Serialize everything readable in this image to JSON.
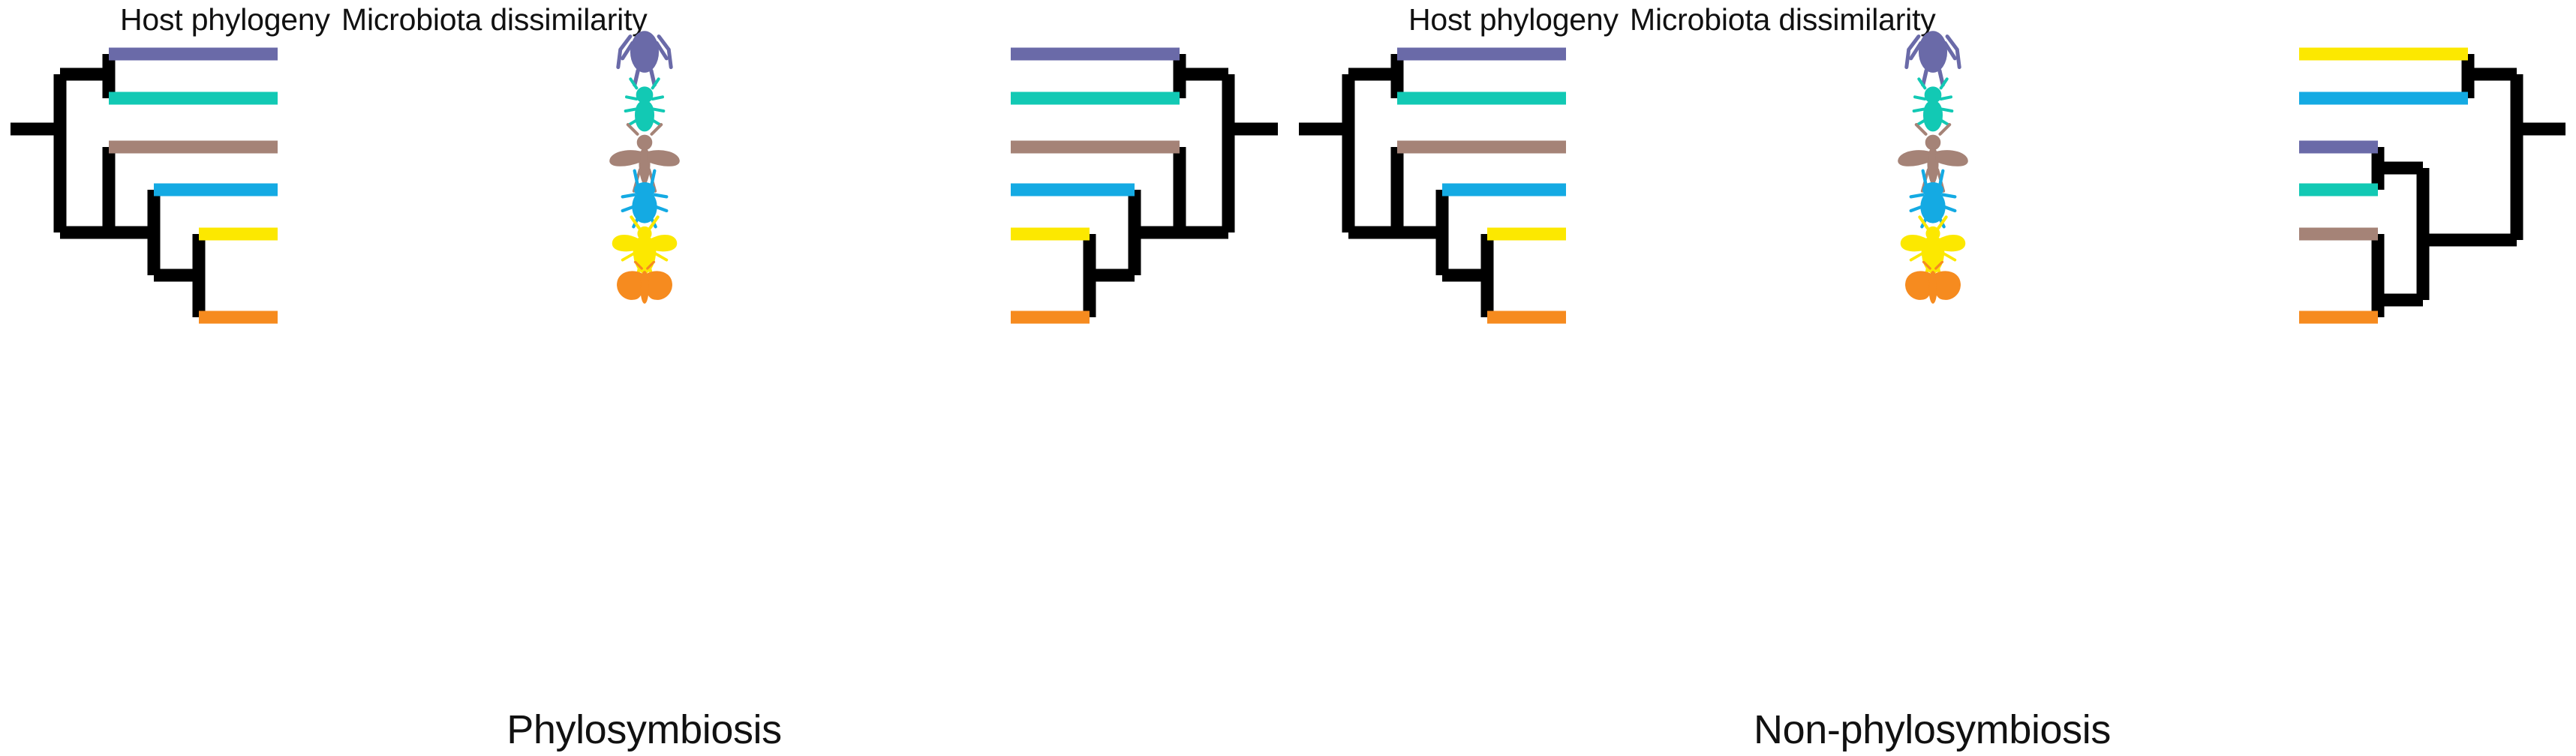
{
  "figure": {
    "caption_left": "Phylosymbiosis",
    "caption_right": "Non-phylosymbiosis",
    "column_title_host": "Host phylogeny",
    "column_title_microbiota": "Microbiota dissimilarity"
  },
  "taxa": [
    {
      "id": "aphid",
      "icon": "aphid-icon",
      "color": "#6a6aa8",
      "row": 0
    },
    {
      "id": "beetle",
      "icon": "beetle-icon",
      "color": "#12c9b4",
      "row": 1
    },
    {
      "id": "mosquito",
      "icon": "mosquito-icon",
      "color": "#a58377",
      "row": 2
    },
    {
      "id": "bug",
      "icon": "bug-icon",
      "color": "#14aae3",
      "row": 3
    },
    {
      "id": "wasp",
      "icon": "wasp-icon",
      "color": "#fce800",
      "row": 4
    },
    {
      "id": "butterfly",
      "icon": "butterfly-icon",
      "color": "#f68b1f",
      "row": 5
    }
  ],
  "chart_data": {
    "type": "tree",
    "title": "Phylosymbiosis versus non-phylosymbiosis tanglegrams",
    "tip_colors": [
      "#6a6aa8",
      "#12c9b4",
      "#a58377",
      "#14aae3",
      "#fce800",
      "#f68b1f"
    ],
    "tip_order_top_to_bottom": [
      "aphid",
      "beetle",
      "mosquito",
      "bug",
      "wasp",
      "butterfly"
    ],
    "branch_color": "#000000",
    "panels": [
      {
        "name": "Phylosymbiosis",
        "congruent": true,
        "host_phylogeny": {
          "newick": "((aphid,beetle),(mosquito,(bug,(wasp,butterfly))));",
          "tip_order": [
            "aphid",
            "beetle",
            "mosquito",
            "bug",
            "wasp",
            "butterfly"
          ]
        },
        "microbiota_dissimilarity": {
          "newick": "((aphid,beetle),(mosquito,(bug,(wasp,butterfly))));",
          "tip_order": [
            "aphid",
            "beetle",
            "mosquito",
            "bug",
            "wasp",
            "butterfly"
          ]
        }
      },
      {
        "name": "Non-phylosymbiosis",
        "congruent": false,
        "host_phylogeny": {
          "newick": "((aphid,beetle),(mosquito,(bug,(wasp,butterfly))));",
          "tip_order": [
            "aphid",
            "beetle",
            "mosquito",
            "bug",
            "wasp",
            "butterfly"
          ]
        },
        "microbiota_dissimilarity": {
          "newick": "((wasp,bug),((aphid,beetle),(mosquito,butterfly)));",
          "tip_order": [
            "wasp",
            "bug",
            "aphid",
            "beetle",
            "mosquito",
            "butterfly"
          ]
        }
      }
    ]
  }
}
